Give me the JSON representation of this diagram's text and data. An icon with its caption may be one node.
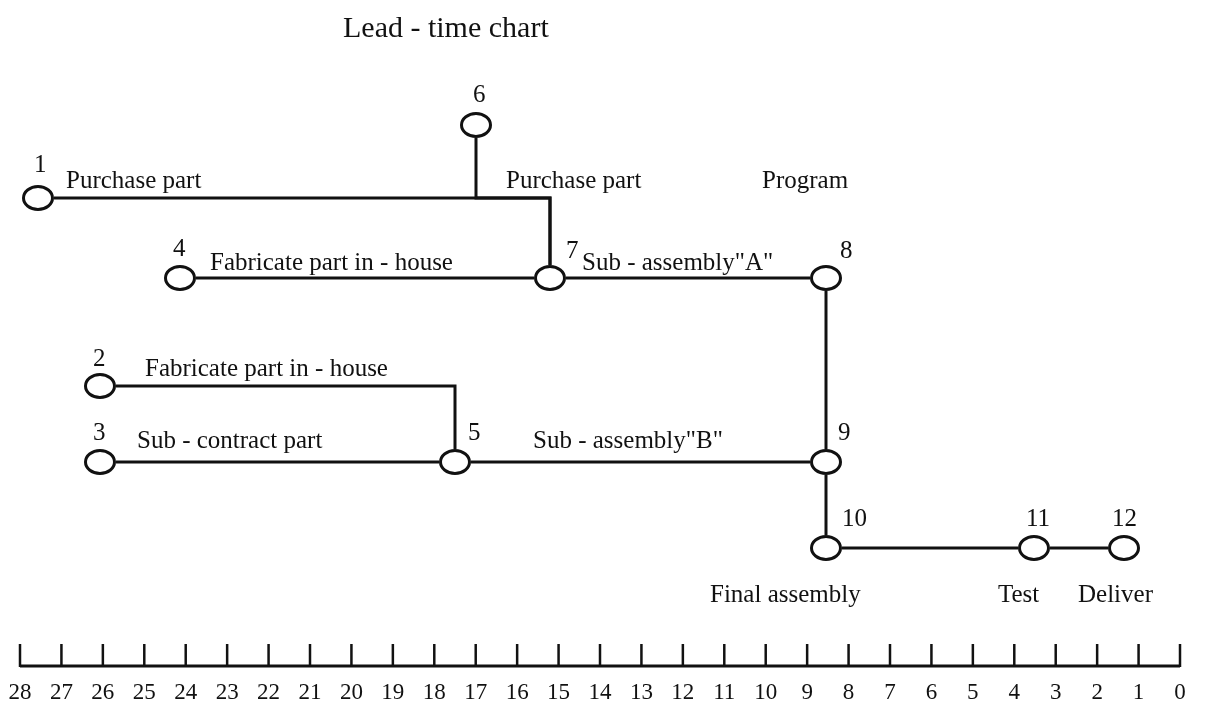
{
  "diagram": {
    "title": "Lead - time chart",
    "nodes": [
      {
        "text": [],
        "shape": "circle",
        "beside": [
          "1"
        ]
      },
      {
        "text": [],
        "shape": "circle",
        "beside": [
          "2"
        ]
      },
      {
        "text": [],
        "shape": "circle",
        "beside": [
          "3"
        ]
      },
      {
        "text": [],
        "shape": "circle",
        "beside": [
          "4"
        ]
      },
      {
        "text": [],
        "shape": "circle",
        "beside": [
          "5"
        ]
      },
      {
        "text": [],
        "shape": "circle",
        "beside": [
          "6"
        ]
      },
      {
        "text": [],
        "shape": "circle",
        "beside": [
          "7"
        ]
      },
      {
        "text": [],
        "shape": "circle",
        "beside": [
          "8",
          "Program"
        ]
      },
      {
        "text": [],
        "shape": "circle",
        "beside": [
          "9"
        ]
      },
      {
        "text": [],
        "shape": "circle",
        "beside": [
          "10",
          "Final assembly"
        ]
      },
      {
        "text": [],
        "shape": "circle",
        "beside": [
          "11",
          "Test"
        ]
      },
      {
        "text": [],
        "shape": "circle",
        "beside": [
          "12",
          "Deliver"
        ]
      }
    ],
    "edges": [
      {
        "from": 0,
        "to": 6,
        "arrow": "none",
        "label": "Purchase part"
      },
      {
        "from": 5,
        "to": 6,
        "arrow": "none",
        "label": "Purchase part"
      },
      {
        "from": 3,
        "to": 6,
        "arrow": "none",
        "label": "Fabricate part in - house"
      },
      {
        "from": 6,
        "to": 7,
        "arrow": "none",
        "label": "Sub - assembly\"A\""
      },
      {
        "from": 1,
        "to": 4,
        "arrow": "none",
        "label": "Fabricate part in - house"
      },
      {
        "from": 2,
        "to": 4,
        "arrow": "none",
        "label": "Sub - contract part"
      },
      {
        "from": 4,
        "to": 8,
        "arrow": "none",
        "label": "Sub - assembly\"B\""
      },
      {
        "from": 7,
        "to": 8,
        "arrow": "none"
      },
      {
        "from": 8,
        "to": 9,
        "arrow": "none"
      },
      {
        "from": 9,
        "to": 10,
        "arrow": "none"
      },
      {
        "from": 10,
        "to": 11,
        "arrow": "none"
      }
    ],
    "labels": [
      "28",
      "27",
      "26",
      "25",
      "24",
      "23",
      "22",
      "21",
      "20",
      "19",
      "18",
      "17",
      "16",
      "15",
      "14",
      "13",
      "12",
      "11",
      "10",
      "9",
      "8",
      "7",
      "6",
      "5",
      "4",
      "3",
      "2",
      "1",
      "0"
    ]
  }
}
